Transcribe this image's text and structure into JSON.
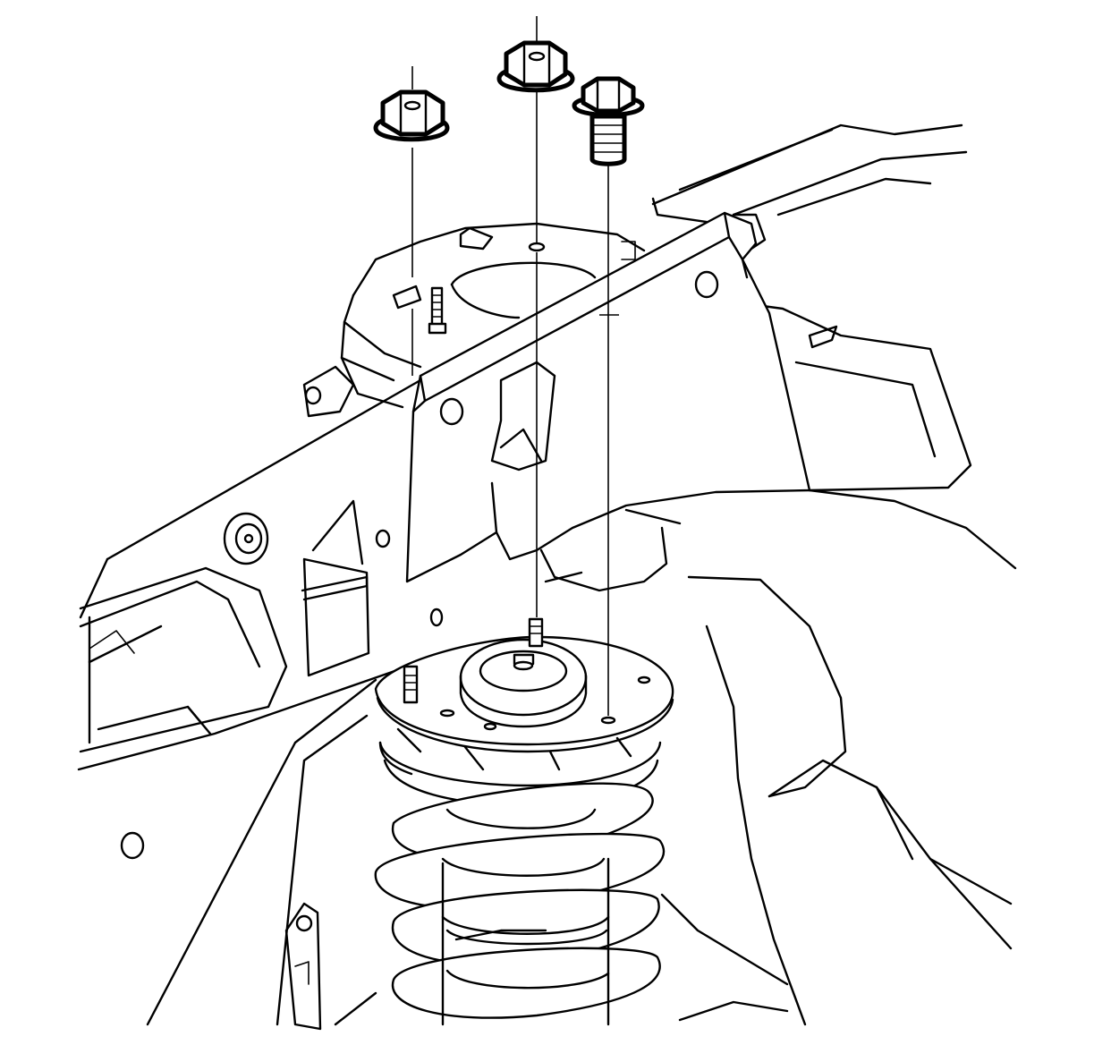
{
  "diagram": {
    "kind": "exploded-assembly-line-art",
    "components": [
      {
        "name": "strut-mount-nut-left",
        "icon": "hex-flange-nut-icon"
      },
      {
        "name": "strut-mount-nut-center",
        "icon": "hex-flange-nut-icon"
      },
      {
        "name": "strut-mount-bolt",
        "icon": "hex-flange-bolt-icon"
      },
      {
        "name": "strut-tower-brace",
        "icon": "bracket-icon"
      },
      {
        "name": "strut-upper-mount",
        "icon": "mount-plate-icon"
      },
      {
        "name": "coil-spring",
        "icon": "coil-spring-icon"
      }
    ],
    "colors": {
      "line": "#000000",
      "background": "#ffffff"
    }
  }
}
